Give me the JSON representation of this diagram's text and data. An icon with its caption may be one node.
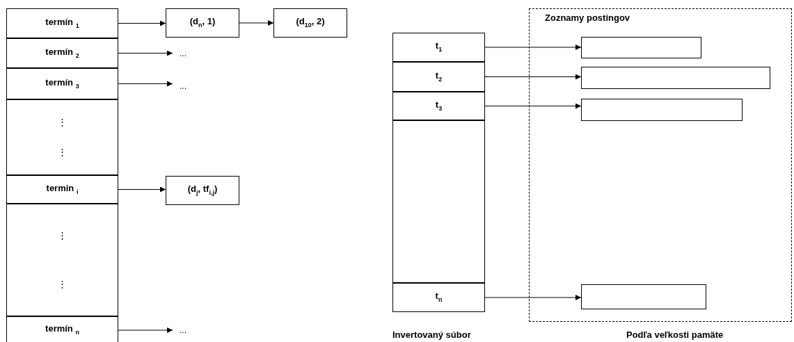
{
  "diagram": {
    "nodes": [
      {
        "text": [
          "termín $_{1}$"
        ]
      },
      {
        "text": [
          "termín $_{2}$"
        ]
      },
      {
        "text": [
          "termín $_{3}$"
        ]
      },
      {
        "text": [
          "⋮",
          "⋮"
        ]
      },
      {
        "text": [
          "termin $_{i}$"
        ]
      },
      {
        "text": [
          "⋮",
          "⋮"
        ]
      },
      {
        "text": [
          "termín $_{n}$"
        ]
      },
      {
        "text": [
          "(d$_{n}$, 1)"
        ]
      },
      {
        "text": [
          "(d$_{10}$, 2)"
        ]
      },
      {
        "text": [
          "..."
        ]
      },
      {
        "text": [
          "..."
        ]
      },
      {
        "text": [
          "(d$_{j}$, tf$_{i,j}$)"
        ]
      },
      {
        "text": [
          "..."
        ]
      },
      {
        "text": [
          "Zoznamy postingov"
        ]
      },
      {
        "text": [
          "t$_{1}$"
        ]
      },
      {
        "text": [
          "t$_{2}$"
        ]
      },
      {
        "text": [
          "t$_{3}$"
        ]
      },
      {
        "text": [],
        "shape": "box"
      },
      {
        "text": [
          "t$_{n}$"
        ]
      },
      {
        "text": [],
        "shape": "box",
        "in": 13
      },
      {
        "text": [],
        "shape": "box",
        "in": 13
      },
      {
        "text": [],
        "shape": "box",
        "in": 13
      },
      {
        "text": [],
        "shape": "box",
        "in": 13
      }
    ],
    "edges": [
      {
        "from": 0,
        "to": 7,
        "arrow": "to"
      },
      {
        "from": 7,
        "to": 8,
        "arrow": "to"
      },
      {
        "from": 1,
        "to": 9,
        "arrow": "to"
      },
      {
        "from": 2,
        "to": 10,
        "arrow": "to"
      },
      {
        "from": 4,
        "to": 11,
        "arrow": "to"
      },
      {
        "from": 6,
        "to": 12,
        "arrow": "to"
      },
      {
        "from": 14,
        "to": 19,
        "arrow": "to"
      },
      {
        "from": 15,
        "to": 20,
        "arrow": "to"
      },
      {
        "from": 16,
        "to": 21,
        "arrow": "to"
      },
      {
        "from": 18,
        "to": 22,
        "arrow": "to"
      }
    ],
    "labels": [
      "Invertovaný súbor",
      "Podľa veľkosti pamäte"
    ]
  }
}
